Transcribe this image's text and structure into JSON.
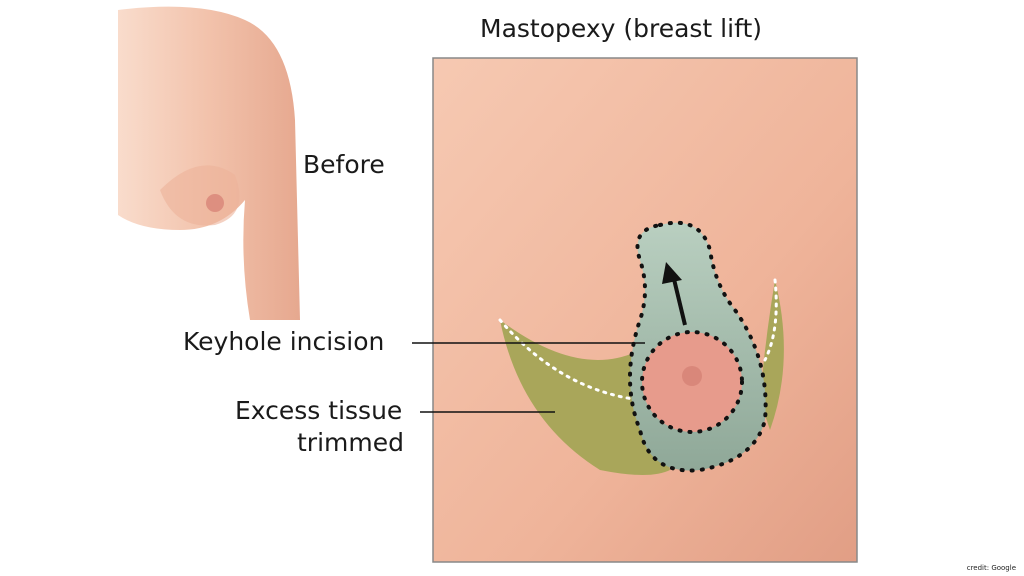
{
  "title": "Mastopexy (breast lift)",
  "before_label": "Before",
  "labels": {
    "keyhole": "Keyhole incision",
    "excess_line1": "Excess tissue",
    "excess_line2": "trimmed"
  },
  "credit": "credit: Google",
  "colors": {
    "skin": "#f2b9a0",
    "incision_area": "#a9c3b4",
    "excess_tissue": "#a9a65a",
    "areola": "#e79b8c"
  }
}
